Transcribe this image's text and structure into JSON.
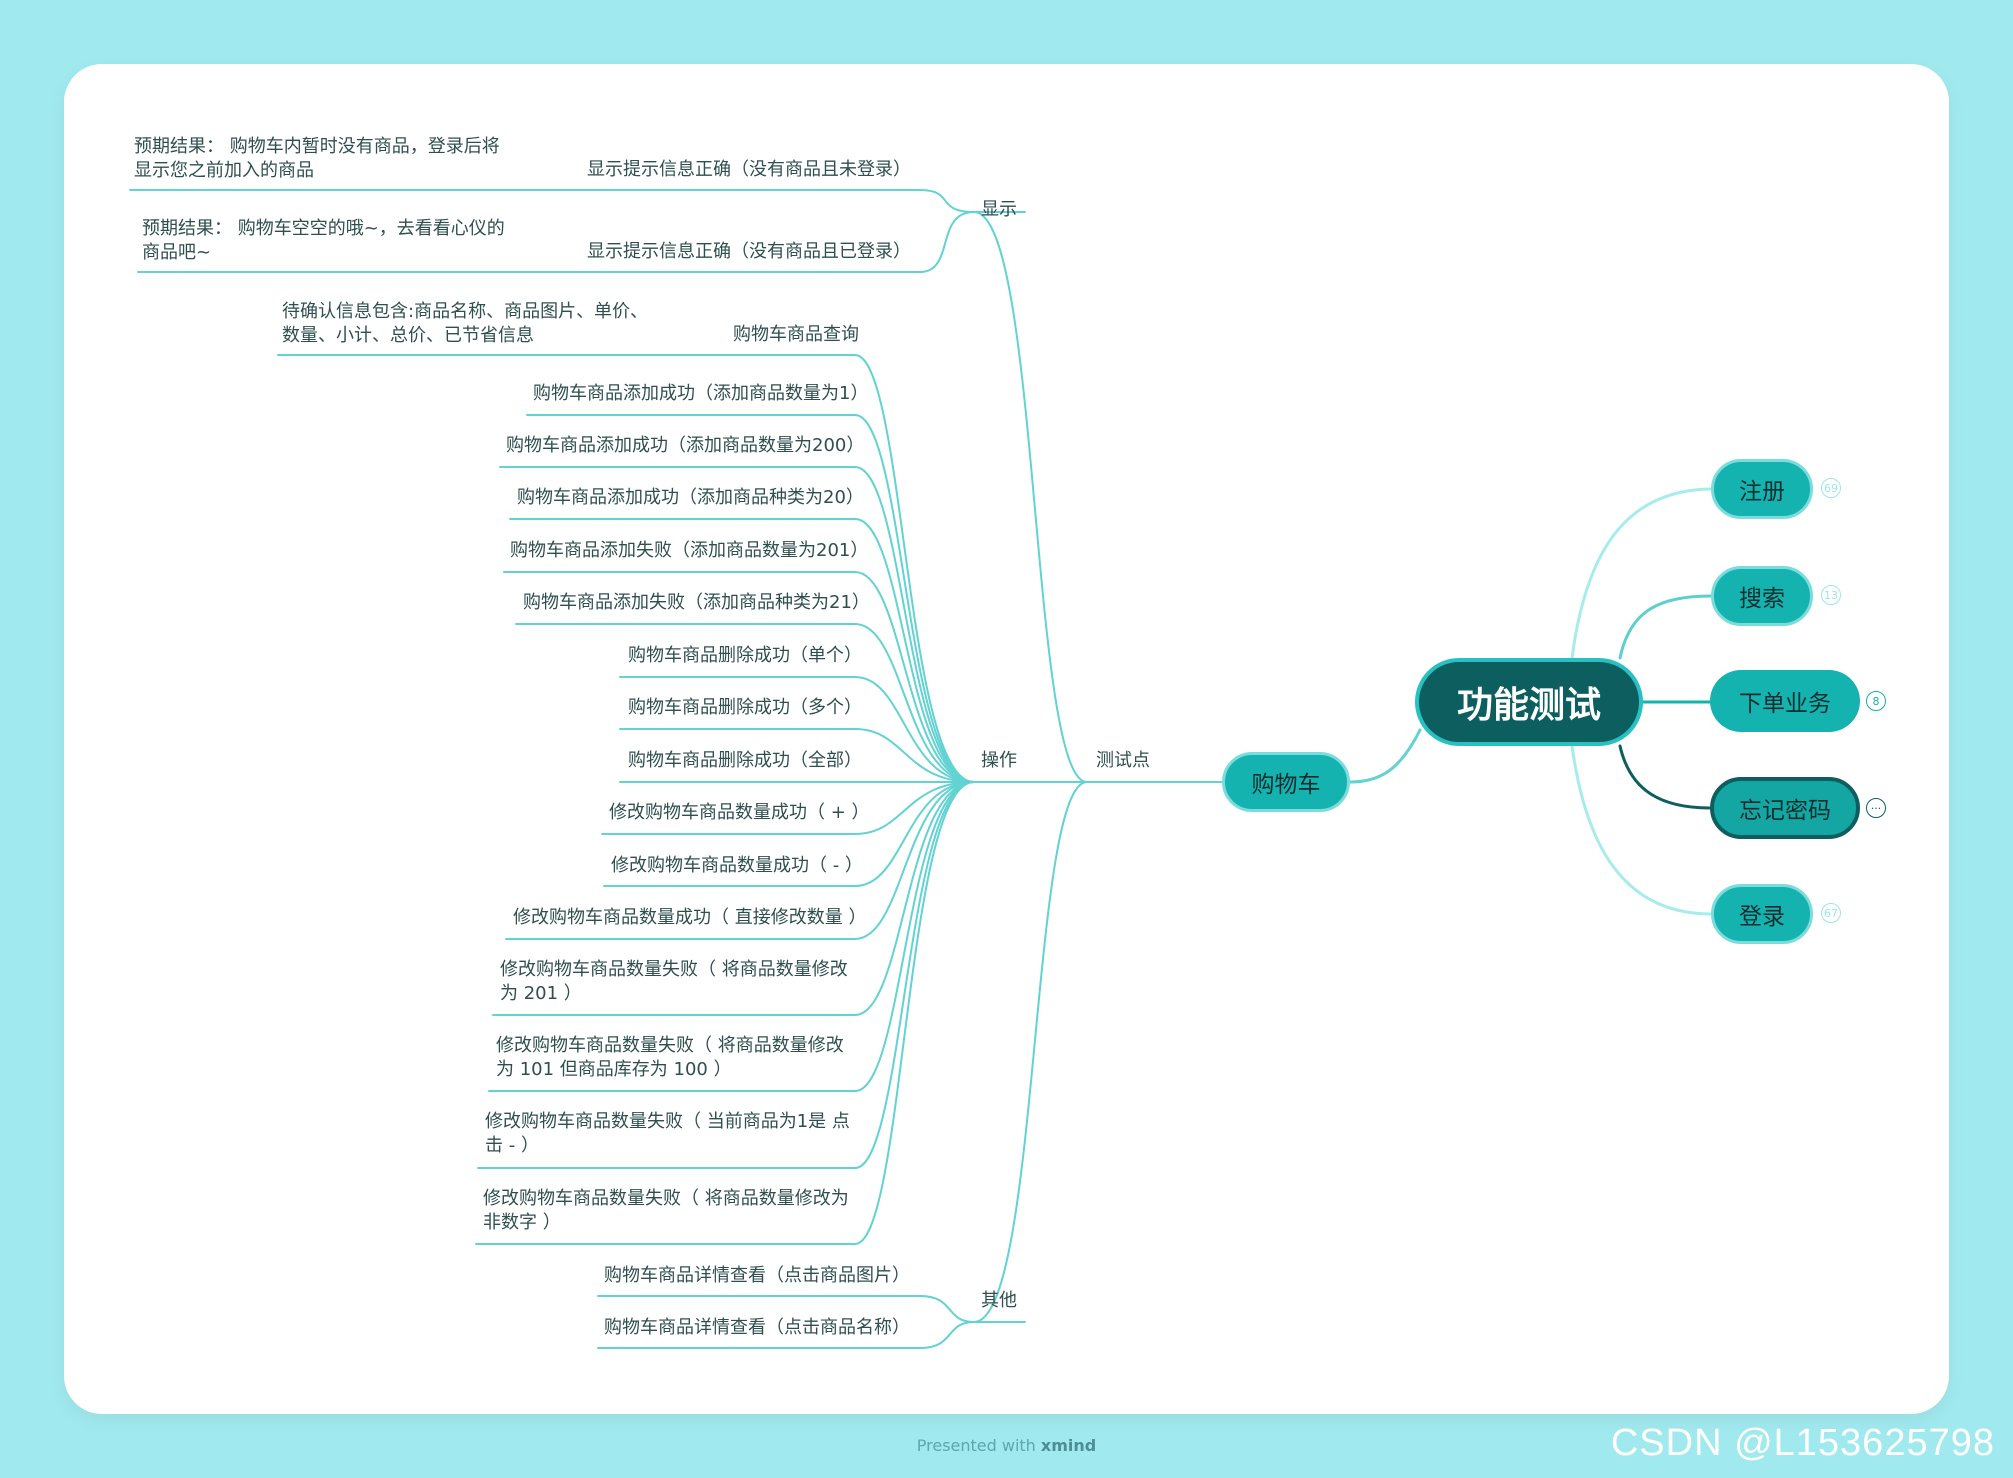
{
  "root": {
    "label": "功能测试"
  },
  "branches": [
    {
      "label": "注册",
      "count": "69"
    },
    {
      "label": "搜索",
      "count": "13"
    },
    {
      "label": "下单业务",
      "count": "8"
    },
    {
      "label": "忘记密码",
      "count": "···"
    },
    {
      "label": "登录",
      "count": "67"
    }
  ],
  "cart": {
    "label": "购物车",
    "test_points": "测试点",
    "display": {
      "label": "显示",
      "items": [
        {
          "label": "显示提示信息正确（没有商品且未登录）",
          "note": "预期结果： 购物车内暂时没有商品，登录后将显示您之前加入的商品"
        },
        {
          "label": "显示提示信息正确（没有商品且已登录）",
          "note": "预期结果： 购物车空空的哦~，去看看心仪的商品吧~"
        }
      ]
    },
    "operation": {
      "label": "操作",
      "query": {
        "label": "购物车商品查询",
        "note": "待确认信息包含:商品名称、商品图片、单价、数量、小计、总价、已节省信息"
      },
      "items": [
        "购物车商品添加成功（添加商品数量为1）",
        "购物车商品添加成功（添加商品数量为200）",
        "购物车商品添加成功（添加商品种类为20）",
        "购物车商品添加失败（添加商品数量为201）",
        "购物车商品添加失败（添加商品种类为21）",
        "购物车商品删除成功（单个）",
        "购物车商品删除成功（多个）",
        "购物车商品删除成功（全部）",
        "修改购物车商品数量成功（ + ）",
        "修改购物车商品数量成功（ - ）",
        "修改购物车商品数量成功（ 直接修改数量 ）",
        "修改购物车商品数量失败（ 将商品数量修改为 201 ）",
        "修改购物车商品数量失败（ 将商品数量修改为 101 但商品库存为 100 ）",
        "修改购物车商品数量失败（ 当前商品为1是 点击 - ）",
        "修改购物车商品数量失败（ 将商品数量修改为非数字 ）"
      ]
    },
    "other": {
      "label": "其他",
      "items": [
        "购物车商品详情查看（点击商品图片）",
        "购物车商品详情查看（点击商品名称）"
      ]
    }
  },
  "footer": {
    "prefix": "Presented with ",
    "brand": "xmind"
  },
  "watermark": "CSDN @L153625798",
  "colors": {
    "background": "#a0e9ee",
    "line": "#5fd0d0",
    "root": "#0c5e5f",
    "pill": "#14b3b0"
  }
}
